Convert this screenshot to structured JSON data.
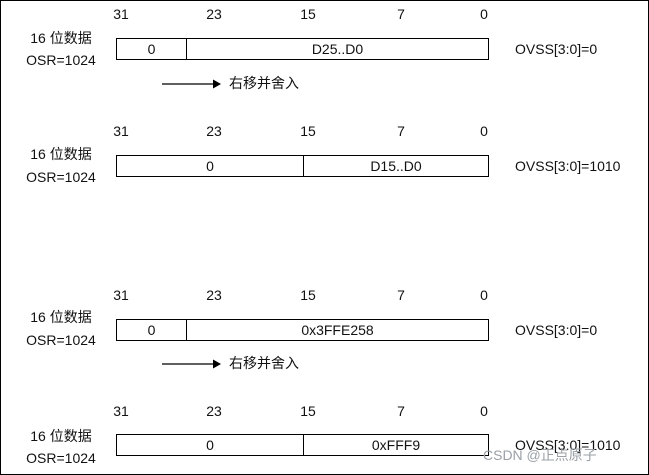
{
  "bit_labels": [
    "31",
    "23",
    "15",
    "7",
    "0"
  ],
  "groups": [
    {
      "mode_line1": "16 位数据",
      "mode_line2": "OSR=1024",
      "left_field": "0",
      "right_field": "D25..D0",
      "ovss": "OVSS[3:0]=0",
      "shift_text": "右移并舍入"
    },
    {
      "mode_line1": "16 位数据",
      "mode_line2": "OSR=1024",
      "left_field": "0",
      "right_field": "D15..D0",
      "ovss": "OVSS[3:0]=1010"
    },
    {
      "mode_line1": "16 位数据",
      "mode_line2": "OSR=1024",
      "left_field": "0",
      "right_field": "0x3FFE258",
      "ovss": "OVSS[3:0]=0",
      "shift_text": "右移并舍入"
    },
    {
      "mode_line1": "16 位数据",
      "mode_line2": "OSR=1024",
      "left_field": "0",
      "right_field": "0xFFF9",
      "ovss": "OVSS[3:0]=1010"
    }
  ],
  "watermark": "CSDN @正点原子",
  "colors": {
    "line": "#000000",
    "watermark": "#9aa0a6"
  }
}
